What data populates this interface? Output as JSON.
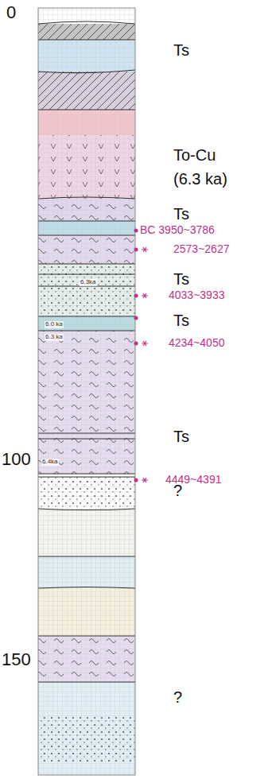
{
  "diagram": {
    "labels": [
      "0",
      "100",
      "150",
      "Ts",
      "To-Cu",
      "(6.3 ka)",
      "Ts",
      "BC 3950~3786",
      "2573~2627",
      "Ts",
      "4033~3933",
      "Ts",
      "4234~4050",
      "Ts",
      "4449~4391",
      "?",
      "?",
      "6.3ka",
      "6.0 ka",
      "6.3 ka",
      "6.4ka"
    ]
  }
}
